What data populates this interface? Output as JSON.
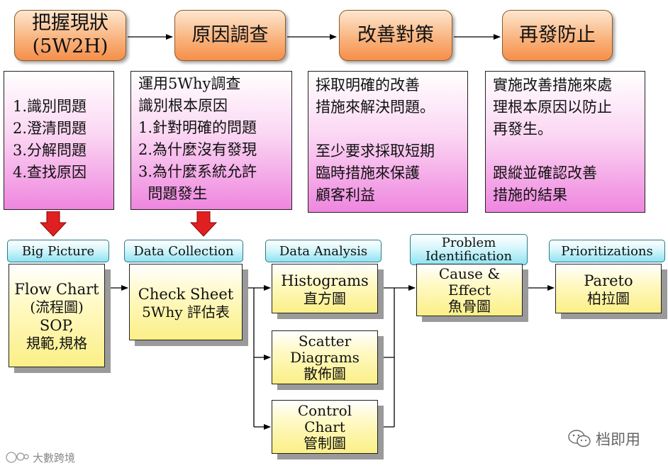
{
  "process_steps": [
    {
      "lines": [
        "把握現狀",
        "(5W2H)"
      ]
    },
    {
      "lines": [
        "原因調查"
      ]
    },
    {
      "lines": [
        "改善對策"
      ]
    },
    {
      "lines": [
        "再發防止"
      ]
    }
  ],
  "descriptions": [
    {
      "lines": [
        "1.識別問題",
        "2.澄清問題",
        "3.分解問題",
        "4.查找原因"
      ]
    },
    {
      "lines": [
        "運用5Why調查",
        "識別根本原因",
        "1.針對明確的問題",
        "2.為什麼沒有發現",
        "3.為什麼系統允許",
        "  問題發生"
      ]
    },
    {
      "lines": [
        "採取明確的改善",
        "措施來解決問題。",
        "",
        "至少要求採取短期",
        "臨時措施來保護",
        "顧客利益"
      ]
    },
    {
      "lines": [
        "實施改善措施來處",
        "理根本原因以防止",
        "再發生。",
        "",
        "跟縱並確認改善",
        "措施的結果"
      ]
    }
  ],
  "stages": [
    {
      "lines": [
        "Big Picture"
      ]
    },
    {
      "lines": [
        "Data Collection"
      ]
    },
    {
      "lines": [
        "Data Analysis"
      ]
    },
    {
      "lines": [
        "Problem",
        "Identification"
      ]
    },
    {
      "lines": [
        "Prioritizations"
      ]
    }
  ],
  "tools": {
    "flow_chart": {
      "lines": [
        "Flow Chart",
        "(流程圖)",
        "SOP,",
        "規範,規格"
      ]
    },
    "check_sheet": {
      "lines": [
        "Check Sheet",
        "5Why 評估表"
      ]
    },
    "histograms": {
      "lines": [
        "Histograms",
        "直方圖"
      ]
    },
    "scatter": {
      "lines": [
        "Scatter",
        "Diagrams",
        "散佈圖"
      ]
    },
    "control_chart": {
      "lines": [
        "Control",
        "Chart",
        "管制圖"
      ]
    },
    "cause_effect": {
      "lines": [
        "Cause &",
        "Effect",
        "魚骨圖"
      ]
    },
    "pareto": {
      "lines": [
        "Pareto",
        "柏拉圖"
      ]
    }
  },
  "watermarks": {
    "left": "大數跨境",
    "right": "档即用"
  },
  "colors": {
    "process_fill": "#f9b079",
    "description_fill": "#ef86df",
    "stage_fill": "#8fe3f1",
    "tool_fill": "#fbef86",
    "arrow_red": "#e02020",
    "connector": "#000000"
  }
}
